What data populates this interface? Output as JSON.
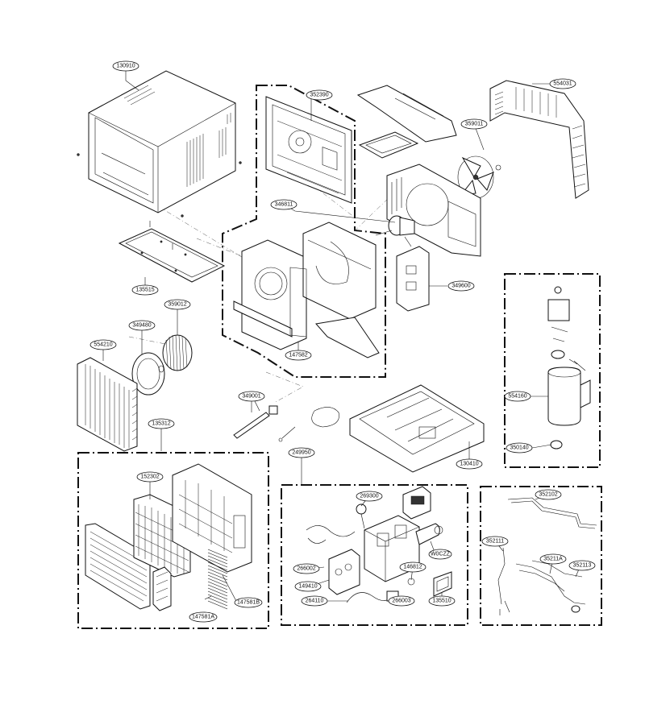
{
  "diagram": {
    "labels": {
      "l130910": "130910",
      "l352390": "352390",
      "l554031": "554031",
      "l359011": "359011",
      "l346811": "346811",
      "l349600": "349600",
      "l135515": "135515",
      "l349480": "349480",
      "l359012": "359012",
      "l147582": "147582",
      "l554210": "554210",
      "l349001": "349001",
      "l135312": "135312",
      "l249950": "249950",
      "l554160": "554160",
      "l350140": "350140",
      "l130410": "130410",
      "l152302": "152302",
      "l147581b": "147581B",
      "l147581a": "147581A",
      "l269300": "269300",
      "l266002": "266002",
      "l149410": "149410",
      "l264110": "264110",
      "l146812": "146812",
      "l266003": "266003",
      "l135510": "135510",
      "lwoczz": "W0CZZ",
      "l352102": "352102",
      "l352111": "352111",
      "l35211a": "35211A",
      "l352113": "352113"
    }
  }
}
